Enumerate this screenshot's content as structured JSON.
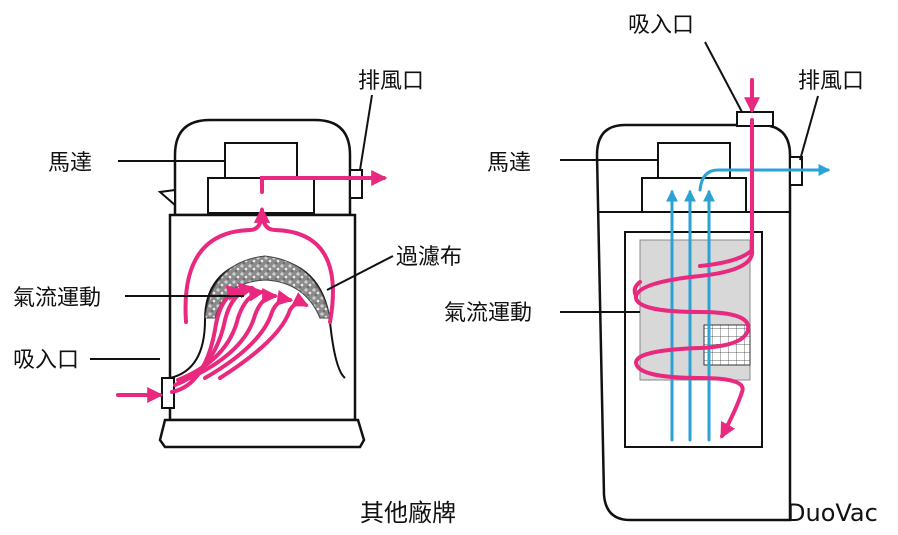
{
  "left": {
    "labels": {
      "exhaust": "排風口",
      "motor": "馬達",
      "filter_cloth": "過濾布",
      "airflow": "氣流運動",
      "intake": "吸入口"
    },
    "caption": "其他廠牌"
  },
  "right": {
    "labels": {
      "intake": "吸入口",
      "exhaust": "排風口",
      "motor": "馬達",
      "airflow": "氣流運動"
    },
    "caption": "DuoVac"
  },
  "colors": {
    "airflow": "#e8297f",
    "clean_air": "#2aa2d4",
    "outline": "#111111",
    "filter_fill": "#d8d8d8"
  }
}
